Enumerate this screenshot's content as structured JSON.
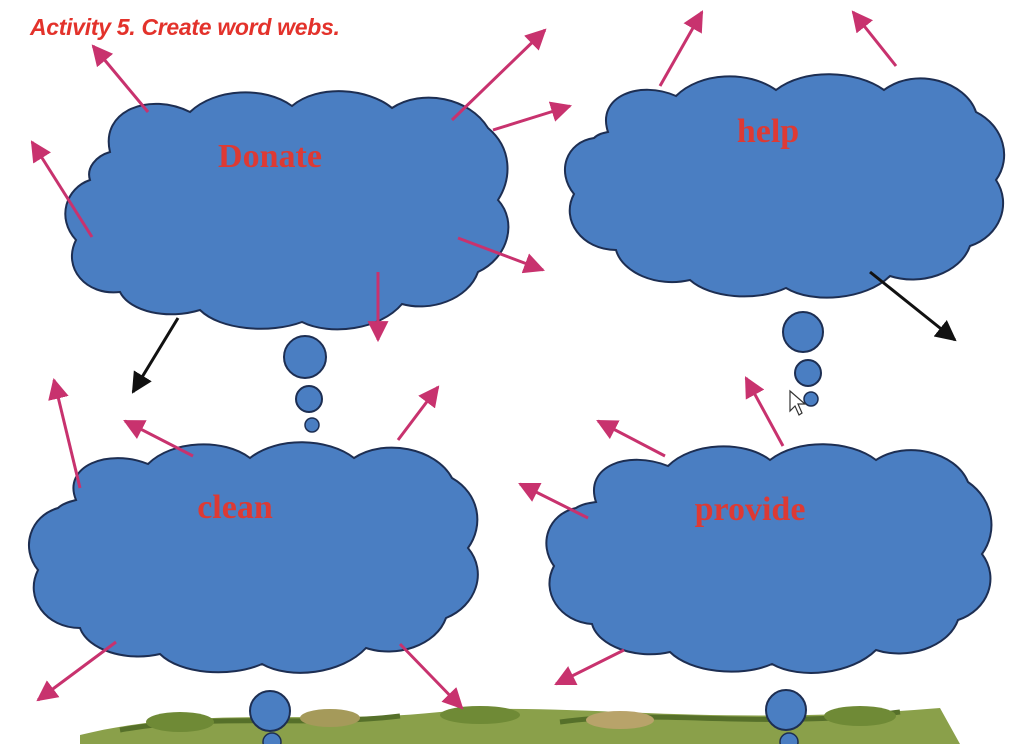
{
  "title": "Activity 5. Create word webs.",
  "clouds": {
    "top_left": {
      "word": "Donate"
    },
    "top_right": {
      "word": "help"
    },
    "bottom_left": {
      "word": "clean"
    },
    "bottom_right": {
      "word": "provide"
    }
  },
  "colors": {
    "title": "#e3322b",
    "cloud_fill": "#4a7ec2",
    "cloud_stroke": "#1d2e52",
    "word": "#dd3a34",
    "arrow_pink": "#c8326e",
    "arrow_black": "#111111",
    "garland": "#6f8a36"
  },
  "icons": [
    "mouse-pointer-icon"
  ]
}
